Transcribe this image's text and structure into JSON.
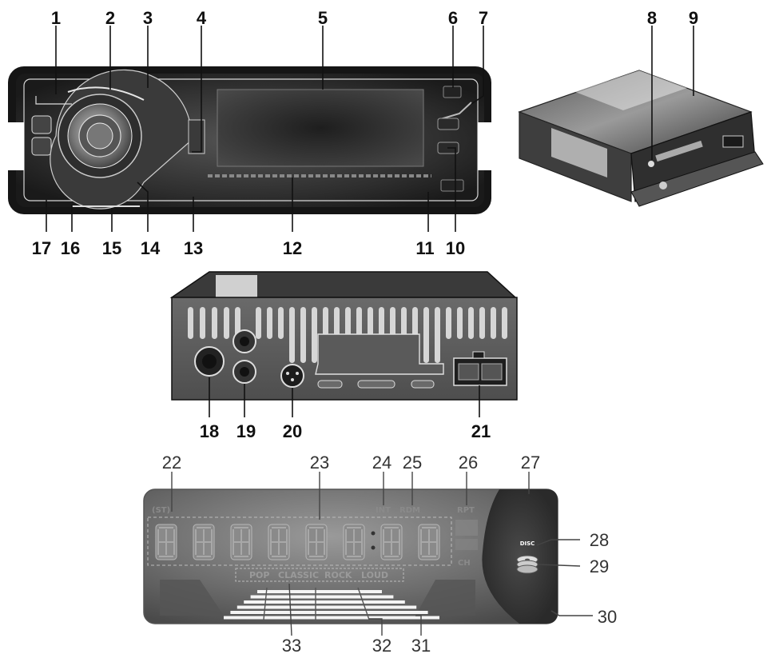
{
  "callouts": {
    "front": [
      "1",
      "2",
      "3",
      "4",
      "5",
      "6",
      "7",
      "17",
      "16",
      "15",
      "14",
      "13",
      "12",
      "11",
      "10"
    ],
    "chassis": [
      "8",
      "9"
    ],
    "rear": [
      "18",
      "19",
      "20",
      "21"
    ],
    "lcd": [
      "22",
      "23",
      "24",
      "25",
      "26",
      "27",
      "28",
      "29",
      "30",
      "33",
      "32",
      "31"
    ]
  },
  "lcd": {
    "st": "(ST)",
    "int": "INT",
    "rdm": "RDM",
    "rpt": "RPT",
    "ch": "CH",
    "disc": "DISC",
    "eq": [
      "POP",
      "CLASSIC",
      "ROCK",
      "LOUD"
    ]
  },
  "colors": {
    "panel": "#3a3a3a",
    "panel_dark": "#1c1c1c",
    "lcd": "#6e6e6e",
    "line": "#111111"
  }
}
